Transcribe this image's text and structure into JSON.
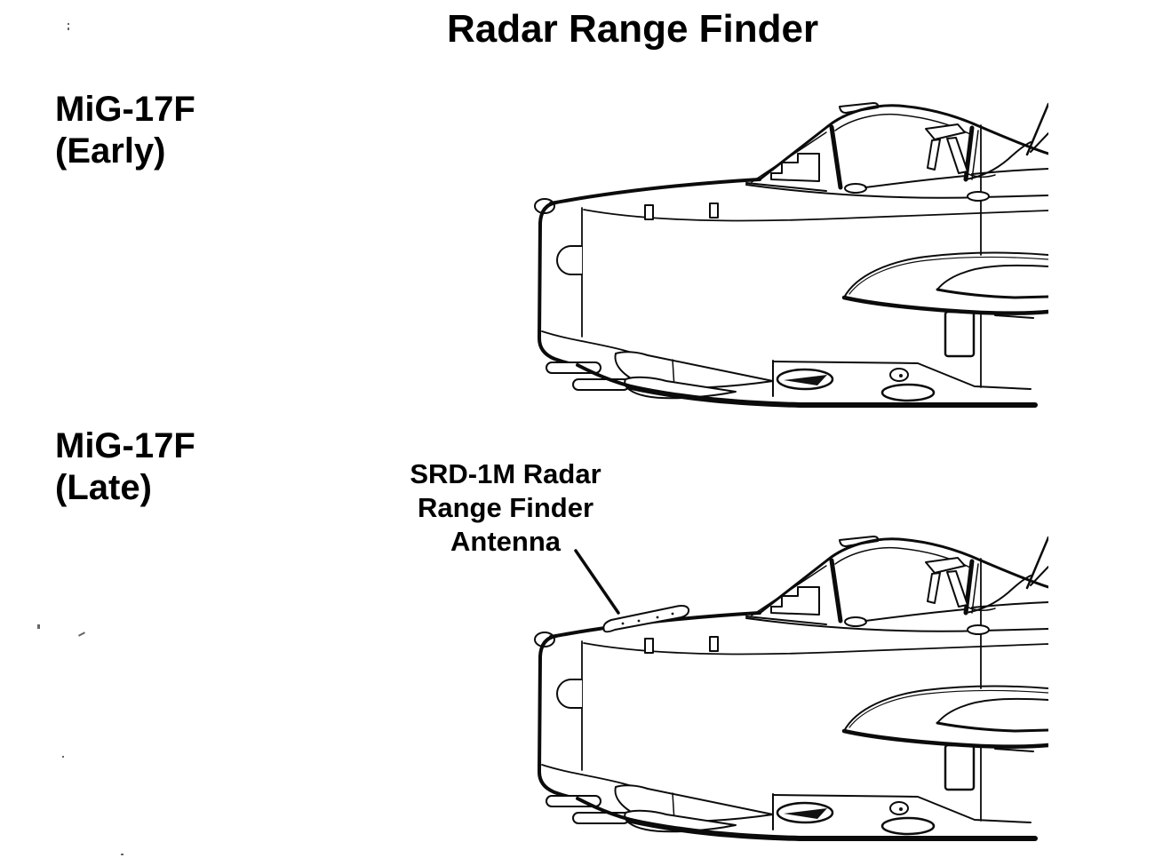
{
  "page": {
    "title": "Radar Range Finder",
    "background": "#ffffff",
    "ink": "#000000"
  },
  "figures": [
    {
      "id": "early",
      "label_line1": "MiG-17F",
      "label_line2": "(Early)",
      "drawing": "mig17f-nose-profile-early"
    },
    {
      "id": "late",
      "label_line1": "MiG-17F",
      "label_line2": "(Late)",
      "drawing": "mig17f-nose-profile-late-with-antenna"
    }
  ],
  "annotation": {
    "line1": "SRD-1M Radar",
    "line2": "Range Finder",
    "line3": "Antenna"
  }
}
